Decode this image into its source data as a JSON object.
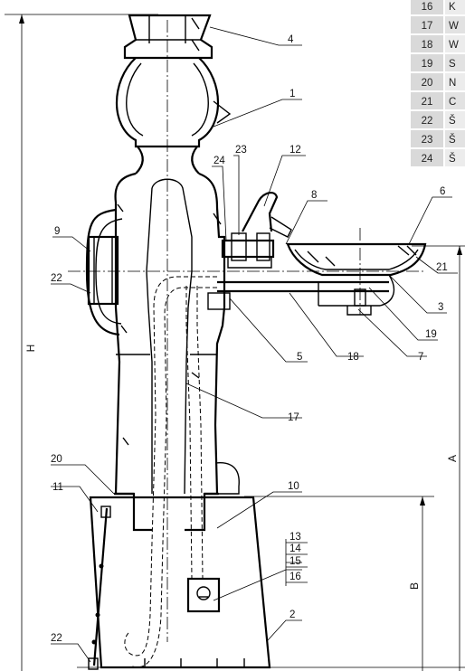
{
  "parts_table": {
    "rows": [
      {
        "num": "16",
        "name": "K"
      },
      {
        "num": "17",
        "name": "W"
      },
      {
        "num": "18",
        "name": "W"
      },
      {
        "num": "19",
        "name": "S"
      },
      {
        "num": "20",
        "name": "N"
      },
      {
        "num": "21",
        "name": "C"
      },
      {
        "num": "22",
        "name": "Š"
      },
      {
        "num": "23",
        "name": "Š"
      },
      {
        "num": "24",
        "name": "Š"
      }
    ]
  },
  "callouts": {
    "c1": "1",
    "c2": "2",
    "c3": "3",
    "c4": "4",
    "c5": "5",
    "c6": "6",
    "c7": "7",
    "c8": "8",
    "c9": "9",
    "c10": "10",
    "c11": "11",
    "c12": "12",
    "c13": "13",
    "c14": "14",
    "c15": "15",
    "c16": "16",
    "c17": "17",
    "c18": "18",
    "c19": "19",
    "c20": "20",
    "c21": "21",
    "c22a": "22",
    "c22b": "22",
    "c23": "23",
    "c24": "24"
  },
  "dimensions": {
    "h": "H",
    "a": "A",
    "b": "B"
  }
}
